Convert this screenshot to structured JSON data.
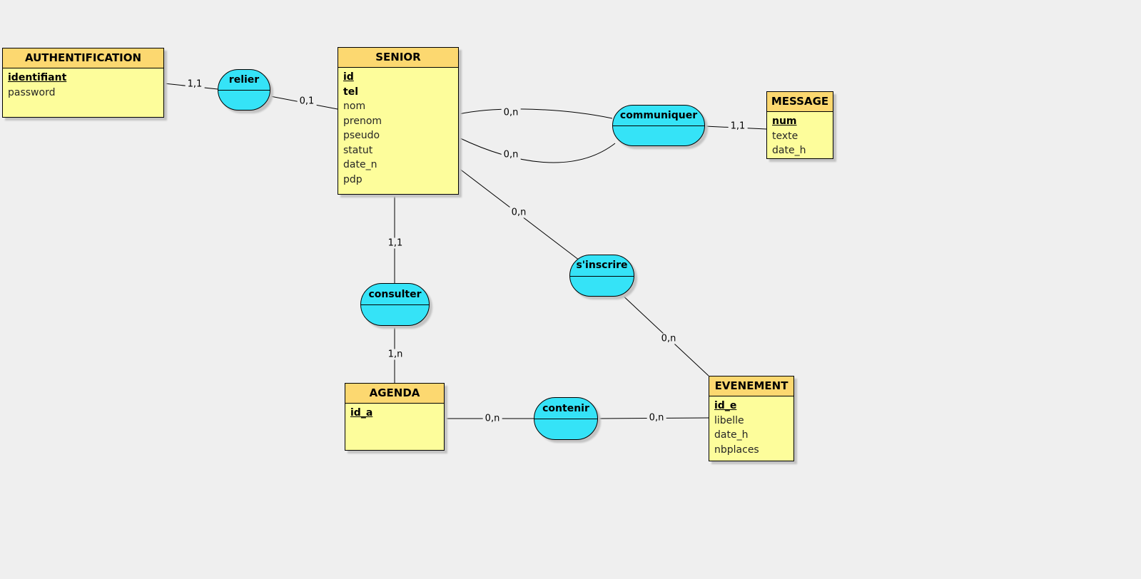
{
  "diagram": {
    "type": "merise-entity-relationship",
    "colors": {
      "canvas_background": "#efefef",
      "entity_header": "#FCD870",
      "entity_body": "#FDFD9B",
      "relation_fill": "#35E3F7",
      "connector_line": "#000000",
      "shadow": "#c3c3c3"
    },
    "entities": [
      {
        "name": "AUTHENTIFICATION",
        "attributes": [
          {
            "label": "identifiant",
            "key": true
          },
          {
            "label": "password",
            "key": false
          }
        ]
      },
      {
        "name": "SENIOR",
        "attributes": [
          {
            "label": "id",
            "key": true
          },
          {
            "label": "tel",
            "key": false,
            "bold": true
          },
          {
            "label": "nom",
            "key": false
          },
          {
            "label": "prenom",
            "key": false
          },
          {
            "label": "pseudo",
            "key": false
          },
          {
            "label": "statut",
            "key": false
          },
          {
            "label": "date_n",
            "key": false
          },
          {
            "label": "pdp",
            "key": false
          }
        ]
      },
      {
        "name": "MESSAGE",
        "attributes": [
          {
            "label": "num",
            "key": true
          },
          {
            "label": "texte",
            "key": false
          },
          {
            "label": "date_h",
            "key": false
          }
        ]
      },
      {
        "name": "AGENDA",
        "attributes": [
          {
            "label": "id_a",
            "key": true
          }
        ]
      },
      {
        "name": "EVENEMENT",
        "attributes": [
          {
            "label": "id_e",
            "key": true
          },
          {
            "label": "libelle",
            "key": false
          },
          {
            "label": "date_h",
            "key": false
          },
          {
            "label": "nbplaces",
            "key": false
          }
        ]
      }
    ],
    "relations": [
      {
        "name": "relier"
      },
      {
        "name": "communiquer"
      },
      {
        "name": "consulter"
      },
      {
        "name": "s'inscrire"
      },
      {
        "name": "contenir"
      }
    ],
    "cardinalities": [
      {
        "label": "1,1",
        "between": "AUTHENTIFICATION-relier"
      },
      {
        "label": "0,1",
        "between": "relier-SENIOR"
      },
      {
        "label": "0,n",
        "between": "SENIOR-communiquer (upper)"
      },
      {
        "label": "0,n",
        "between": "SENIOR-communiquer (lower)"
      },
      {
        "label": "1,1",
        "between": "communiquer-MESSAGE"
      },
      {
        "label": "0,n",
        "between": "SENIOR-s'inscrire"
      },
      {
        "label": "0,n",
        "between": "s'inscrire-EVENEMENT"
      },
      {
        "label": "1,1",
        "between": "SENIOR-consulter"
      },
      {
        "label": "1,n",
        "between": "consulter-AGENDA"
      },
      {
        "label": "0,n",
        "between": "AGENDA-contenir"
      },
      {
        "label": "0,n",
        "between": "contenir-EVENEMENT"
      }
    ]
  }
}
